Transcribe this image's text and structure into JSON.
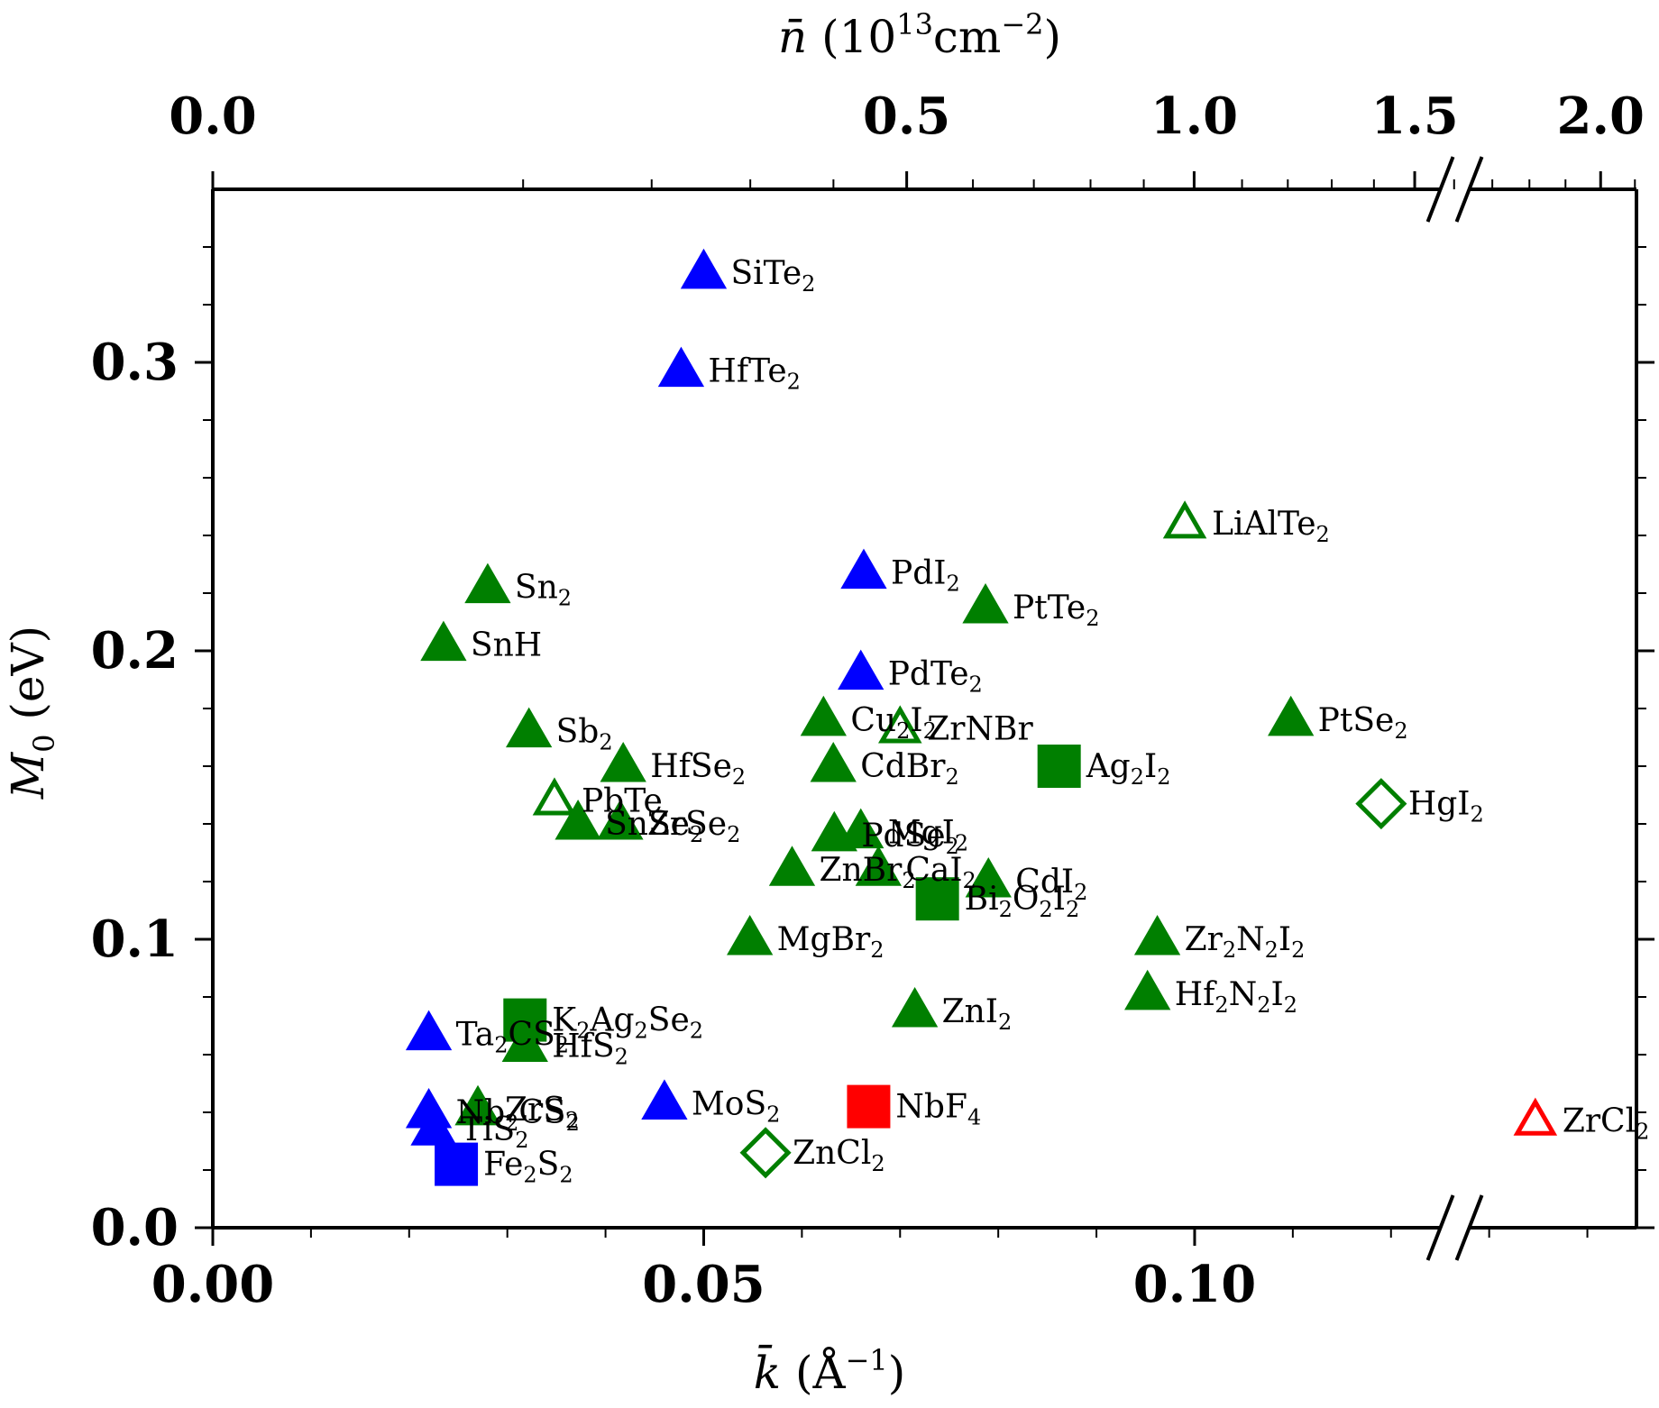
{
  "chart_data": {
    "type": "scatter",
    "xlabel": {
      "main": "k̄",
      "unit_open": " (Å",
      "sup": "−1",
      "unit_close": ")"
    },
    "x2label": {
      "main": "n̄",
      "unit_open": " (10",
      "sup1": "13",
      "mid": "cm",
      "sup2": "−2",
      "unit_close": ")"
    },
    "ylabel": {
      "main": "M",
      "sub": "0",
      "unit": " (eV)"
    },
    "xlim": [
      0.0,
      0.145
    ],
    "ylim": [
      0.0,
      0.36
    ],
    "xticks": [
      "0.00",
      "0.05",
      "0.10"
    ],
    "xtick_values": [
      0.0,
      0.05,
      0.1
    ],
    "x_minor_step": 0.01,
    "x2ticks": [
      "0.0",
      "0.5",
      "1.0",
      "1.5",
      "2.0"
    ],
    "x2tick_values": [
      0.0,
      0.5,
      1.0,
      1.5,
      2.0
    ],
    "x2_minor_values": [
      0.1,
      0.2,
      0.3,
      0.4,
      0.6,
      0.7,
      0.8,
      0.9,
      1.1,
      1.2,
      1.3,
      1.4,
      1.6,
      1.7,
      1.8,
      1.9,
      2.1,
      2.2
    ],
    "yticks": [
      "0.0",
      "0.1",
      "0.2",
      "0.3"
    ],
    "ytick_values": [
      0.0,
      0.1,
      0.2,
      0.3
    ],
    "y_minor_step": 0.02,
    "axis_break_x": 0.1265,
    "colors": {
      "blue": "#0000ff",
      "green": "#007f00",
      "red": "#ff0000"
    },
    "points": [
      {
        "label": "SiTe",
        "sub": "2",
        "x": 0.05,
        "y": 0.331,
        "marker": "triangle",
        "filled": true,
        "color": "blue"
      },
      {
        "label": "HfTe",
        "sub": "2",
        "x": 0.0477,
        "y": 0.297,
        "marker": "triangle",
        "filled": true,
        "color": "blue"
      },
      {
        "label": "PdI",
        "sub": "2",
        "x": 0.0663,
        "y": 0.227,
        "marker": "triangle",
        "filled": true,
        "color": "blue"
      },
      {
        "label": "PdTe",
        "sub": "2",
        "x": 0.066,
        "y": 0.192,
        "marker": "triangle",
        "filled": true,
        "color": "blue"
      },
      {
        "label": "Ta",
        "sub": "2",
        "label2": "CS",
        "sub2": "2",
        "x": 0.022,
        "y": 0.067,
        "marker": "triangle",
        "filled": true,
        "color": "blue"
      },
      {
        "label": "Nb",
        "sub": "2",
        "label2": "CS",
        "sub2": "2",
        "x": 0.022,
        "y": 0.04,
        "marker": "triangle",
        "filled": true,
        "color": "blue"
      },
      {
        "label": "TiS",
        "sub": "2",
        "x": 0.0225,
        "y": 0.034,
        "marker": "triangle",
        "filled": true,
        "color": "blue"
      },
      {
        "label": "MoS",
        "sub": "2",
        "x": 0.046,
        "y": 0.043,
        "marker": "triangle",
        "filled": true,
        "color": "blue"
      },
      {
        "label": "Fe",
        "sub": "2",
        "label2": "S",
        "sub2": "2",
        "x": 0.0248,
        "y": 0.022,
        "marker": "square",
        "filled": true,
        "color": "blue"
      },
      {
        "label": "Sn",
        "sub": "2",
        "x": 0.028,
        "y": 0.222,
        "marker": "triangle",
        "filled": true,
        "color": "green"
      },
      {
        "label": "SnH",
        "x": 0.0235,
        "y": 0.202,
        "marker": "triangle",
        "filled": true,
        "color": "green"
      },
      {
        "label": "PtTe",
        "sub": "2",
        "x": 0.0787,
        "y": 0.215,
        "marker": "triangle",
        "filled": true,
        "color": "green"
      },
      {
        "label": "LiAlTe",
        "sub": "2",
        "x": 0.099,
        "y": 0.244,
        "marker": "triangle",
        "filled": false,
        "color": "green"
      },
      {
        "label": "Cu",
        "sub": "2",
        "label2": "I",
        "sub2": "2",
        "x": 0.0622,
        "y": 0.176,
        "marker": "triangle",
        "filled": true,
        "color": "green"
      },
      {
        "label": "ZrNBr",
        "x": 0.07,
        "y": 0.173,
        "marker": "triangle",
        "filled": false,
        "color": "green"
      },
      {
        "label": "Sb",
        "sub": "2",
        "x": 0.0322,
        "y": 0.172,
        "marker": "triangle",
        "filled": true,
        "color": "green"
      },
      {
        "label": "HfSe",
        "sub": "2",
        "x": 0.0418,
        "y": 0.16,
        "marker": "triangle",
        "filled": true,
        "color": "green"
      },
      {
        "label": "CdBr",
        "sub": "2",
        "x": 0.0632,
        "y": 0.16,
        "marker": "triangle",
        "filled": true,
        "color": "green"
      },
      {
        "label": "PtSe",
        "sub": "2",
        "x": 0.1098,
        "y": 0.176,
        "marker": "triangle",
        "filled": true,
        "color": "green"
      },
      {
        "label": "Ag",
        "sub": "2",
        "label2": "I",
        "sub2": "2",
        "x": 0.0862,
        "y": 0.16,
        "marker": "square",
        "filled": true,
        "color": "green"
      },
      {
        "label": "PbTe",
        "x": 0.0348,
        "y": 0.148,
        "marker": "triangle",
        "filled": false,
        "color": "green"
      },
      {
        "label": "SnSe",
        "sub": "2",
        "x": 0.0372,
        "y": 0.14,
        "marker": "triangle",
        "filled": true,
        "color": "green"
      },
      {
        "label": "ZrSe",
        "sub": "2",
        "x": 0.0415,
        "y": 0.14,
        "marker": "triangle",
        "filled": true,
        "color": "green"
      },
      {
        "label": "PdSe",
        "sub": "2",
        "x": 0.0633,
        "y": 0.136,
        "marker": "triangle",
        "filled": true,
        "color": "green"
      },
      {
        "label": "MgI",
        "sub": "2",
        "x": 0.066,
        "y": 0.137,
        "marker": "triangle",
        "filled": true,
        "color": "green"
      },
      {
        "label": "HgI",
        "sub": "2",
        "x": 0.119,
        "y": 0.147,
        "marker": "diamond",
        "filled": false,
        "color": "green"
      },
      {
        "label": "ZnBr",
        "sub": "2",
        "x": 0.059,
        "y": 0.124,
        "marker": "triangle",
        "filled": true,
        "color": "green"
      },
      {
        "label": "CaI",
        "sub": "2",
        "x": 0.0678,
        "y": 0.124,
        "marker": "triangle",
        "filled": true,
        "color": "green"
      },
      {
        "label": "CdI",
        "sub": "2",
        "x": 0.079,
        "y": 0.12,
        "marker": "triangle",
        "filled": true,
        "color": "green"
      },
      {
        "label": "Bi",
        "sub": "2",
        "label2": "O",
        "sub2": "2",
        "label3": "I",
        "sub3": "2",
        "x": 0.0738,
        "y": 0.114,
        "marker": "square",
        "filled": true,
        "color": "green"
      },
      {
        "label": "MgBr",
        "sub": "2",
        "x": 0.0547,
        "y": 0.1,
        "marker": "triangle",
        "filled": true,
        "color": "green"
      },
      {
        "label": "Zr",
        "sub": "2",
        "label2": "N",
        "sub2": "2",
        "label3": "I",
        "sub3": "2",
        "x": 0.0962,
        "y": 0.1,
        "marker": "triangle",
        "filled": true,
        "color": "green"
      },
      {
        "label": "Hf",
        "sub": "2",
        "label2": "N",
        "sub2": "2",
        "label3": "I",
        "sub3": "2",
        "x": 0.0952,
        "y": 0.081,
        "marker": "triangle",
        "filled": true,
        "color": "green"
      },
      {
        "label": "ZnI",
        "sub": "2",
        "x": 0.0715,
        "y": 0.075,
        "marker": "triangle",
        "filled": true,
        "color": "green"
      },
      {
        "label": "K",
        "sub": "2",
        "label2": "Ag",
        "sub2": "2",
        "label3": "Se",
        "sub3": "2",
        "x": 0.0318,
        "y": 0.072,
        "marker": "square",
        "filled": true,
        "color": "green"
      },
      {
        "label": "HfS",
        "sub": "2",
        "x": 0.0318,
        "y": 0.063,
        "marker": "triangle",
        "filled": true,
        "color": "green"
      },
      {
        "label": "ZrS",
        "sub": "2",
        "x": 0.027,
        "y": 0.041,
        "marker": "triangle",
        "filled": true,
        "color": "green"
      },
      {
        "label": "ZnCl",
        "sub": "2",
        "x": 0.0563,
        "y": 0.026,
        "marker": "diamond",
        "filled": false,
        "color": "green"
      },
      {
        "label": "NbF",
        "sub": "4",
        "x": 0.0668,
        "y": 0.042,
        "marker": "square",
        "filled": true,
        "color": "red"
      },
      {
        "label": "ZrCl",
        "sub": "2",
        "x": 0.1347,
        "y": 0.037,
        "marker": "triangle",
        "filled": false,
        "color": "red"
      }
    ]
  }
}
